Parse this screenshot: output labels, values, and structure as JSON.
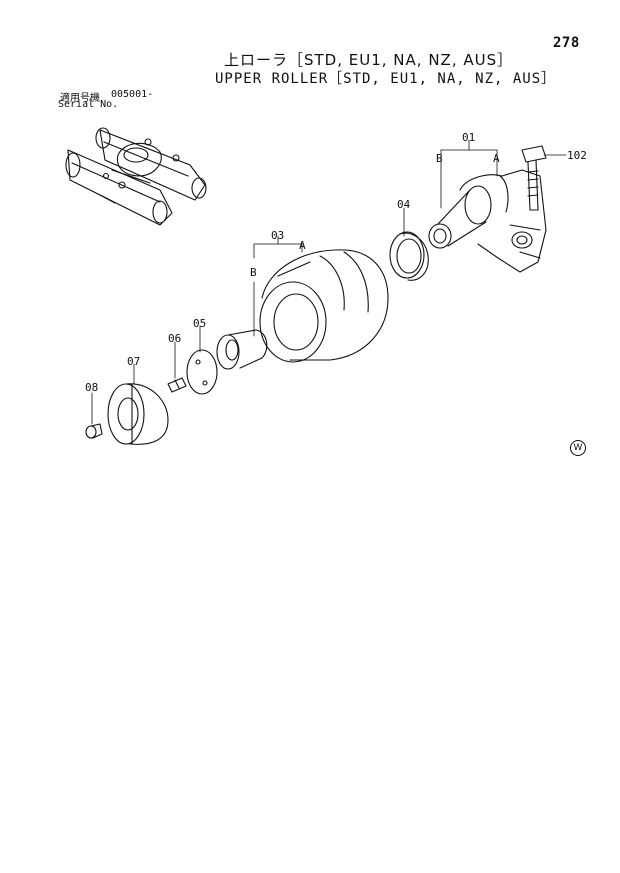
{
  "page_number": "278",
  "title_jp": "上ローラ［STD, EU1, NA, NZ, AUS］",
  "title_en": "UPPER ROLLER［STD, EU1, NA, NZ, AUS］",
  "serial": {
    "label_jp": "適用号機",
    "value": "005001-",
    "label_en": "Serial No."
  },
  "parts": {
    "p01": "01",
    "p102": "102",
    "p04": "04",
    "p03": "03",
    "p05": "05",
    "p06": "06",
    "p07": "07",
    "p08": "08"
  },
  "markers": {
    "a": "A",
    "b": "B"
  },
  "watermark": "W"
}
